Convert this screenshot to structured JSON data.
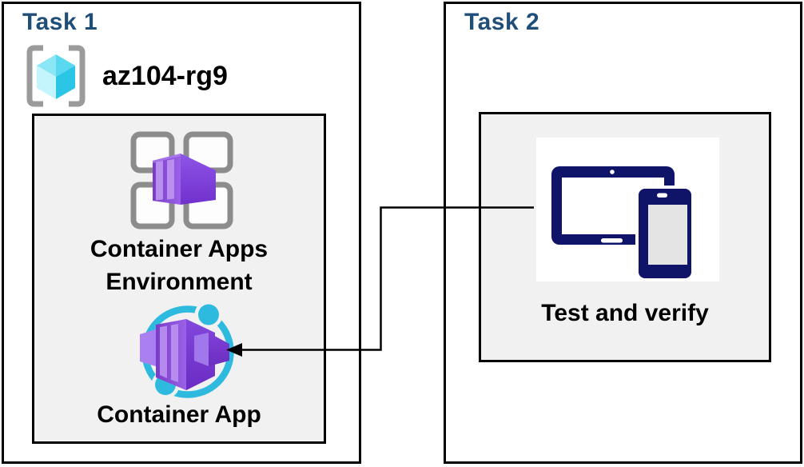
{
  "task1": {
    "title": "Task 1",
    "resource_group_name": "az104-rg9",
    "environment_label_line1": "Container Apps",
    "environment_label_line2": "Environment",
    "container_app_label": "Container App"
  },
  "task2": {
    "title": "Task 2",
    "verify_label": "Test and verify"
  },
  "connector": {
    "from": "test-and-verify",
    "to": "container-app",
    "style": "elbow-arrow"
  },
  "colors": {
    "task_title": "#1F4E79",
    "box_border": "#000000",
    "inner_box_bg": "#F1F1F1",
    "bracket_gray": "#9B9B9B",
    "grid_gray": "#8C8C8C",
    "cube_cyan_light": "#C4F5FC",
    "cube_cyan_dark": "#2BC5E6",
    "purple_light": "#AA80F0",
    "purple_mid": "#8A4FE3",
    "purple_dark": "#7030CC",
    "ring_cyan": "#2EBADE",
    "device_navy": "#101468",
    "connector": "#000000"
  }
}
